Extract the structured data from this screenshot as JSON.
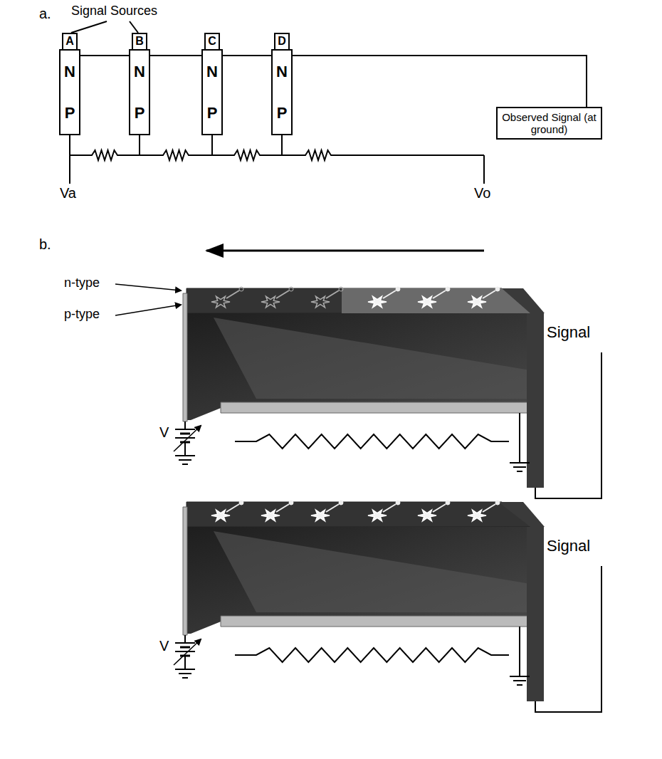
{
  "diagram": {
    "nodes": [
      {
        "text": [
          "A"
        ]
      },
      {
        "text": [
          "B"
        ]
      },
      {
        "text": [
          "C"
        ]
      },
      {
        "text": [
          "D"
        ]
      },
      {
        "text": [
          "N",
          "P"
        ]
      },
      {
        "text": [
          "N",
          "P"
        ]
      },
      {
        "text": [
          "N",
          "P"
        ]
      },
      {
        "text": [
          "N",
          "P"
        ]
      },
      {
        "text": [
          "Observed Signal (at ground)"
        ]
      }
    ],
    "edges": [
      {
        "from": 0,
        "to": 4,
        "arrow": "none"
      },
      {
        "from": 1,
        "to": 5,
        "arrow": "none"
      },
      {
        "from": 2,
        "to": 6,
        "arrow": "none"
      },
      {
        "from": 3,
        "to": 7,
        "arrow": "none"
      },
      {
        "from": 4,
        "to": 8,
        "arrow": "none"
      },
      {
        "from": 5,
        "to": 8,
        "arrow": "none"
      },
      {
        "from": 6,
        "to": 8,
        "arrow": "none"
      },
      {
        "from": 7,
        "to": 8,
        "arrow": "none"
      }
    ],
    "labels": [
      "a.",
      "Signal Sources",
      "Va",
      "Vo",
      "b.",
      "n-type",
      "p-type",
      "Signal",
      "V",
      "Signal",
      "V"
    ]
  }
}
